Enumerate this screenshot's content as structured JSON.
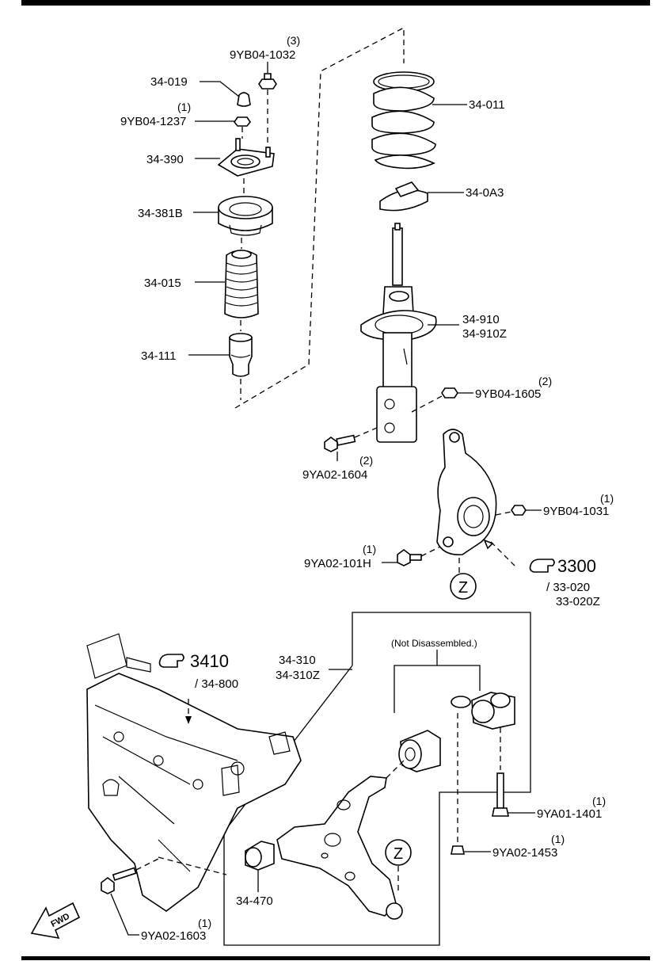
{
  "parts": {
    "p34_019": "34-019",
    "p9yb04_1032": "9YB04-1032",
    "p9yb04_1032_qty": "(3)",
    "p9yb04_1237": "9YB04-1237",
    "p9yb04_1237_qty": "(1)",
    "p34_390": "34-390",
    "p34_381b": "34-381B",
    "p34_015": "34-015",
    "p34_111": "34-111",
    "p34_011": "34-011",
    "p34_0a3": "34-0A3",
    "p34_910": "34-910",
    "p34_910z": "34-910Z",
    "p9yb04_1605": "9YB04-1605",
    "p9yb04_1605_qty": "(2)",
    "p9ya02_1604": "9YA02-1604",
    "p9ya02_1604_qty": "(2)",
    "p9yb04_1031": "9YB04-1031",
    "p9yb04_1031_qty": "(1)",
    "p9ya02_101h": "9YA02-101H",
    "p9ya02_101h_qty": "(1)",
    "p34_310": "34-310",
    "p34_310z": "34-310Z",
    "not_disassembled": "(Not Disassembled.)",
    "p9ya01_1401": "9YA01-1401",
    "p9ya01_1401_qty": "(1)",
    "p9ya02_1453": "9YA02-1453",
    "p9ya02_1453_qty": "(1)",
    "p34_470": "34-470",
    "p9ya02_1603": "9YA02-1603",
    "p9ya02_1603_qty": "(1)"
  },
  "refs": {
    "r3300": "3300",
    "r33_020": "/ 33-020",
    "r33_020z": "33-020Z",
    "r3410": "3410",
    "r34_800": "/ 34-800"
  },
  "markers": {
    "z": "Z"
  },
  "fwd": "FWD",
  "icons": [
    "pointing-hand-icon",
    "fwd-arrow-icon"
  ]
}
